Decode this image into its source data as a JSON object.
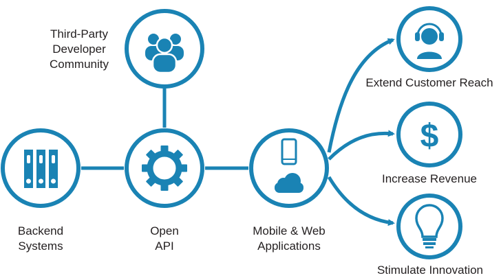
{
  "colors": {
    "accent": "#1a83b4",
    "fill": "#ffffff",
    "text": "#231f20"
  },
  "nodes": {
    "community": {
      "label": "Third-Party\nDeveloper\nCommunity",
      "icon": "people-icon"
    },
    "backend": {
      "label": "Backend\nSystems",
      "icon": "binders-icon"
    },
    "api": {
      "label": "Open\nAPI",
      "icon": "gear-icon"
    },
    "apps": {
      "label": "Mobile & Web\nApplications",
      "icon": "phone-cloud-icon"
    },
    "reach": {
      "label": "Extend Customer Reach",
      "icon": "headset-person-icon"
    },
    "revenue": {
      "label": "Increase Revenue",
      "icon": "dollar-icon"
    },
    "innovation": {
      "label": "Stimulate Innovation",
      "icon": "lightbulb-icon"
    }
  }
}
